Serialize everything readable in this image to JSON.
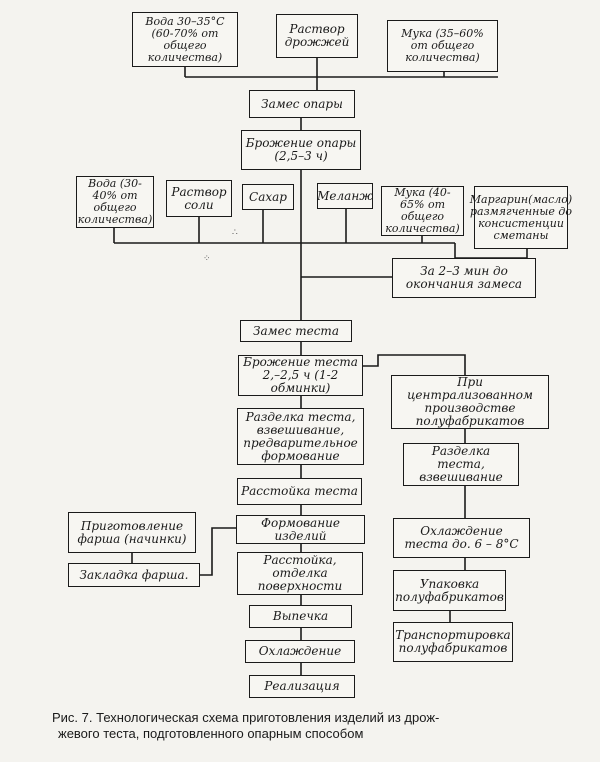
{
  "nodes": {
    "water1": "Вода 30–35°С (60-70% от общего количества)",
    "yeast": "Раствор дрожжей",
    "flour1": "Мука (35–60% от общего количества)",
    "sponge_mix": "Замес опары",
    "sponge_ferm": "Брожение опары (2,5–3 ч)",
    "water2": "Вода (30-40% от общего количества)",
    "salt": "Раствор соли",
    "sugar": "Сахар",
    "melange": "Меланж",
    "flour2": "Мука (40-65% от общего количества)",
    "margarine": "Маргарин(масло) размягченные до консистенции сметаны",
    "before_end": "За 2–3 мин до окончания замеса",
    "dough_mix": "Замес теста",
    "dough_ferm": "Брожение теста 2,–2,5 ч (1-2 обминки)",
    "cutting": "Разделка теста, взвешивание, предварительное формование",
    "proofing1": "Расстойка теста",
    "filling_prep": "Приготовление фарша (начинки)",
    "forming": "Формование изделий",
    "filling_add": "Закладка фарша.",
    "proofing2": "Расстойка, отделка поверхности",
    "baking": "Выпечка",
    "cooling": "Охлаждение",
    "sale": "Реализация",
    "central": "При централизованном производстве полуфабрикатов",
    "cut_weigh": "Разделка теста, взвешивание",
    "chill": "Охлаждение теста до. 6 – 8°С",
    "pack": "Упаковка полуфабрикатов",
    "transport": "Транспортировка полуфабрикатов"
  },
  "caption": {
    "line1": "Рис. 7. Технологическая схема приготовления изделий из дрож-",
    "line2": "жевого теста, подготовленного опарным способом"
  }
}
